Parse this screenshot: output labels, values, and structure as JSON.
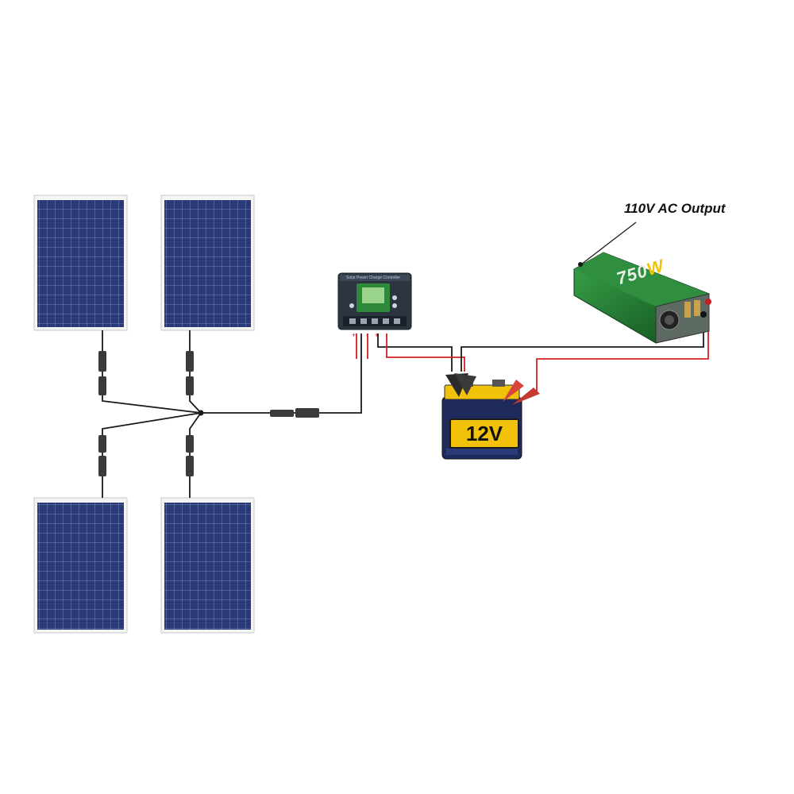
{
  "diagram": {
    "callout_label": "110V AC Output",
    "battery_label": "12V",
    "inverter_brand": "750",
    "inverter_brand_unit": "W",
    "controller_title": "Solar Power Charge Controller",
    "controller_polarity": [
      "+",
      "-",
      "+"
    ],
    "wire_colors": {
      "positive": "#d42020",
      "negative": "#1a1a1a"
    },
    "components": [
      "solar-panel",
      "solar-panel",
      "solar-panel",
      "solar-panel",
      "mc4-connector",
      "charge-controller",
      "battery",
      "inverter"
    ]
  }
}
